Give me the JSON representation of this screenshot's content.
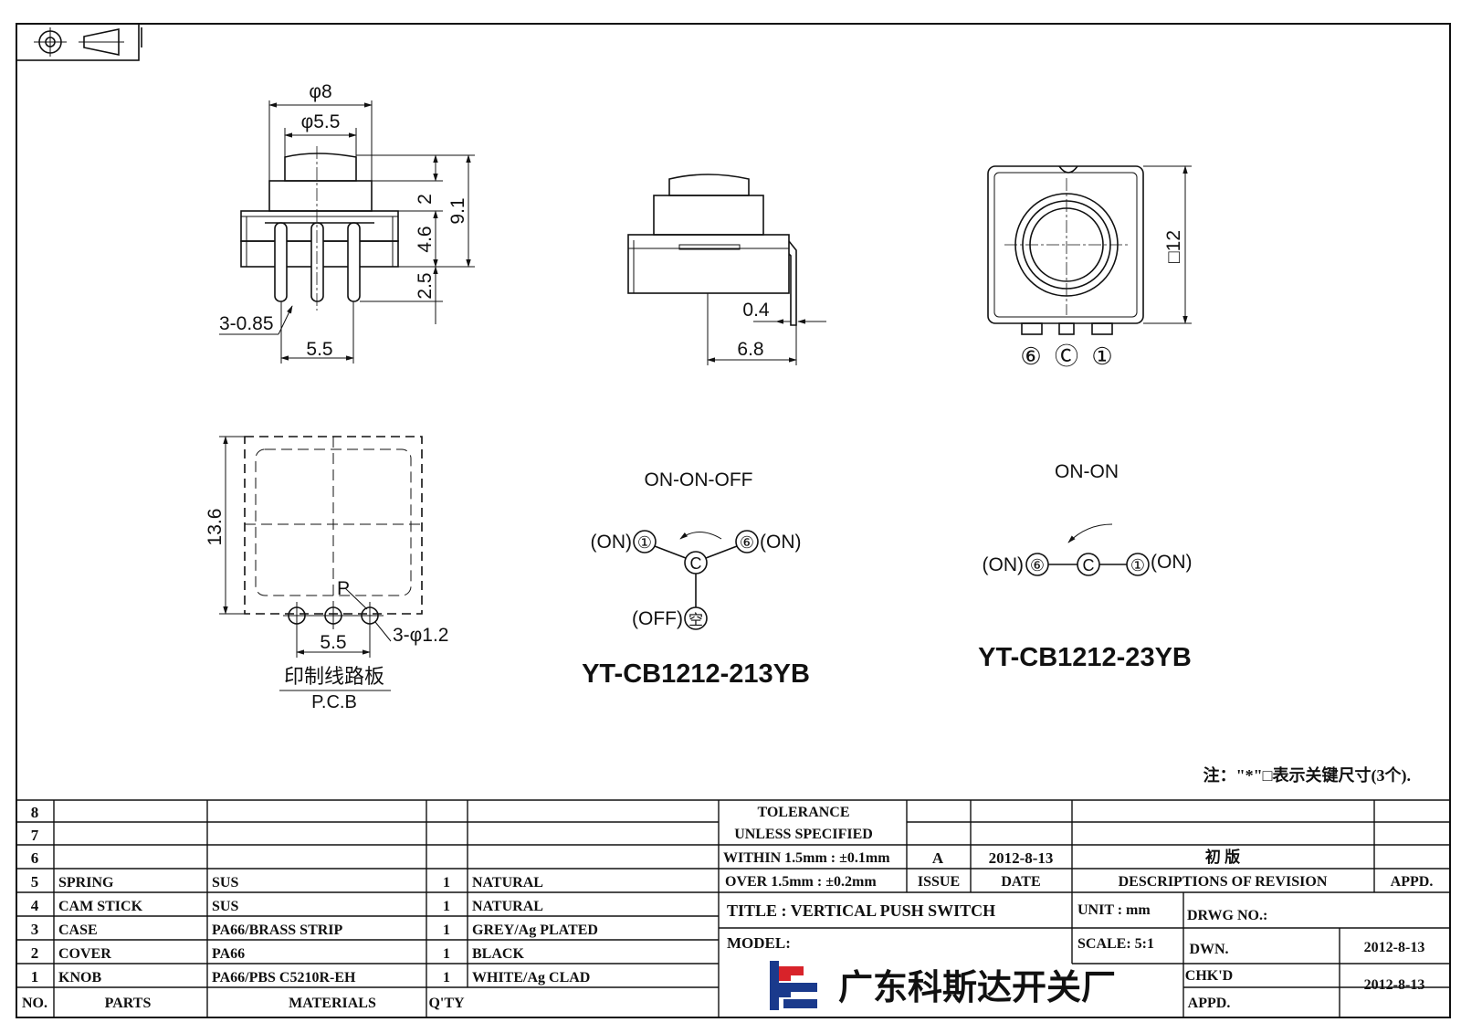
{
  "views": {
    "front": {
      "dims": {
        "knob_dia": "φ8",
        "cap_dia": "φ5.5",
        "h_top": "2",
        "h_body": "4.6",
        "h_total": "9.1",
        "h_pins": "2.5",
        "pins": "3-0.85",
        "pitch": "5.5"
      }
    },
    "side": {
      "dims": {
        "terminal": "0.4",
        "width": "6.8"
      }
    },
    "top": {
      "dims": {
        "size": "□12"
      },
      "terminals": [
        "⑥",
        "Ⓒ",
        "①"
      ]
    },
    "pcb": {
      "dims": {
        "size": "13.6",
        "pitch": "5.5",
        "holes": "3-φ1.2",
        "p_label": "P"
      },
      "label_cn": "印制线路板",
      "label_en": "P.C.B"
    }
  },
  "circuits": [
    {
      "function": "ON-ON-OFF",
      "model": "YT-CB1212-213YB",
      "left": "(ON)",
      "left_pin": "①",
      "right_pin": "⑥",
      "right": "(ON)",
      "center_pin": "C",
      "bottom": "(OFF)",
      "bottom_pin": "空"
    },
    {
      "function": "ON-ON",
      "model": "YT-CB1212-23YB",
      "left": "(ON)",
      "left_pin": "⑥",
      "center_pin": "C",
      "right_pin": "①",
      "right": "(ON)"
    }
  ],
  "note": "注：\"*\"□表示关键尺寸(3个).",
  "parts_table": {
    "headers": {
      "no": "NO.",
      "parts": "PARTS",
      "materials": "MATERIALS",
      "qty": "Q'TY"
    },
    "rows": [
      {
        "no": "8",
        "part": "",
        "material": "",
        "qty": "",
        "finish": ""
      },
      {
        "no": "7",
        "part": "",
        "material": "",
        "qty": "",
        "finish": ""
      },
      {
        "no": "6",
        "part": "",
        "material": "",
        "qty": "",
        "finish": ""
      },
      {
        "no": "5",
        "part": "SPRING",
        "material": "SUS",
        "qty": "1",
        "finish": "NATURAL"
      },
      {
        "no": "4",
        "part": "CAM STICK",
        "material": "SUS",
        "qty": "1",
        "finish": "NATURAL"
      },
      {
        "no": "3",
        "part": "CASE",
        "material": "PA66/BRASS STRIP",
        "qty": "1",
        "finish": "GREY/Ag PLATED"
      },
      {
        "no": "2",
        "part": "COVER",
        "material": "PA66",
        "qty": "1",
        "finish": "BLACK"
      },
      {
        "no": "1",
        "part": "KNOB",
        "material": "PA66/PBS C5210R-EH",
        "qty": "1",
        "finish": "WHITE/Ag CLAD"
      }
    ]
  },
  "title_block": {
    "tolerance_line1": "TOLERANCE",
    "tolerance_line2": "UNLESS  SPECIFIED",
    "tolerance_within": "WITHIN 1.5mm : ±0.1mm",
    "tolerance_over": "OVER 1.5mm : ±0.2mm",
    "revision": {
      "issue": "A",
      "date": "2012-8-13",
      "description": "初  版"
    },
    "rev_headers": {
      "issue": "ISSUE",
      "date": "DATE",
      "description": "DESCRIPTIONS OF REVISION",
      "appd": "APPD."
    },
    "title": "TITLE :  VERTICAL PUSH SWITCH",
    "unit": "UNIT :  mm",
    "drwg_no": "DRWG NO.:",
    "model": "MODEL:",
    "scale": "SCALE:  5:1",
    "dwn_label": "DWN.",
    "dwn_date": "2012-8-13",
    "chkd_label": "CHK'D",
    "chkd_date": "2012-8-13",
    "appd_label": "APPD.",
    "company": "广东科斯达开关厂"
  },
  "colors": {
    "logo_red": "#d8232a",
    "logo_blue": "#1a3a8c",
    "ink": "#111111"
  }
}
